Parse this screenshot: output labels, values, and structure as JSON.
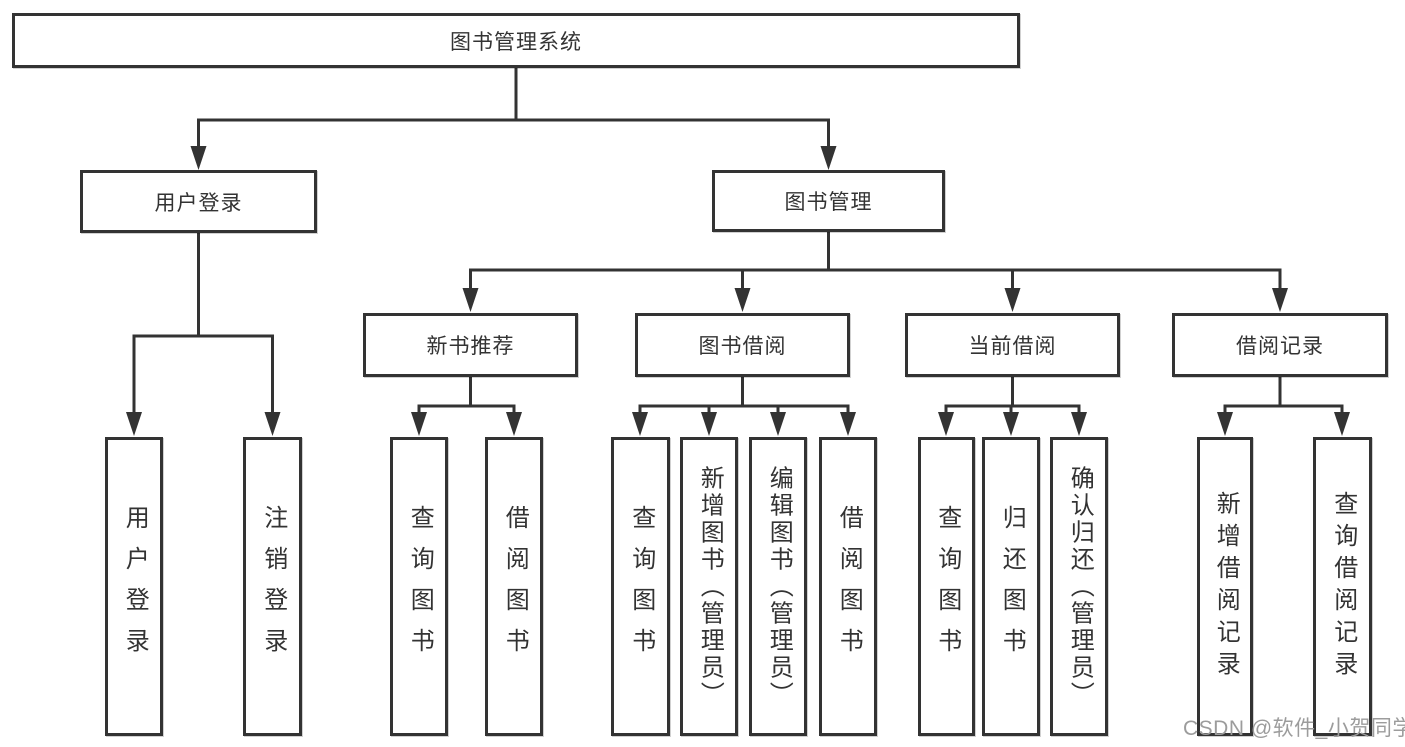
{
  "tree": {
    "root": "图书管理系统",
    "branches": [
      {
        "label": "用户登录",
        "children": [
          "用户登录",
          "注销登录"
        ]
      },
      {
        "label": "图书管理",
        "sections": [
          {
            "label": "新书推荐",
            "children": [
              "查询图书",
              "借阅图书"
            ]
          },
          {
            "label": "图书借阅",
            "children": [
              "查询图书",
              "新增图书（管理员）",
              "编辑图书（管理员）",
              "借阅图书"
            ]
          },
          {
            "label": "当前借阅",
            "children": [
              "查询图书",
              "归还图书",
              "确认归还（管理员）"
            ]
          },
          {
            "label": "借阅记录",
            "children": [
              "新增借阅记录",
              "查询借阅记录"
            ]
          }
        ]
      }
    ]
  },
  "watermark": "CSDN @软件_小贺同学",
  "colors": {
    "line": "#333333",
    "box_border": "#333333",
    "text": "#333333",
    "watermark": "#9c9c9c",
    "bg": "#ffffff"
  }
}
